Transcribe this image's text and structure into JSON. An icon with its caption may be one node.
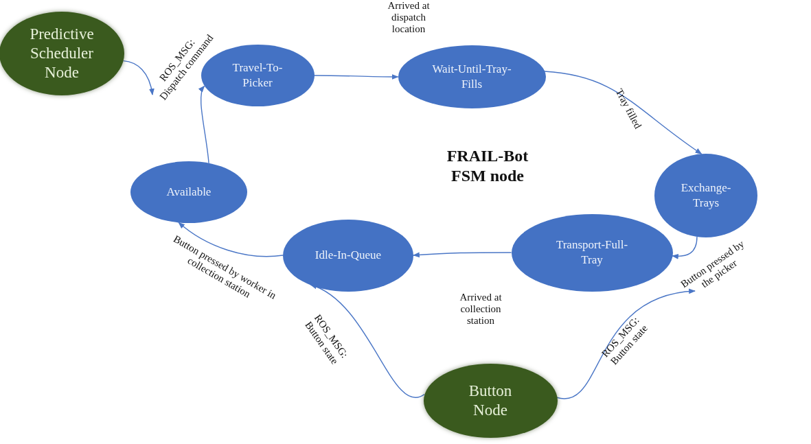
{
  "diagram": {
    "title": "FRAIL-Bot FSM node",
    "nodes": [
      {
        "text": [
          "Predictive Scheduler Node"
        ]
      },
      {
        "text": [
          "Travel-To-Picker"
        ]
      },
      {
        "text": [
          "Wait-Until-Tray-Fills"
        ]
      },
      {
        "text": [
          "Available"
        ]
      },
      {
        "text": [
          "Exchange-Trays"
        ]
      },
      {
        "text": [
          "Idle-In-Queue"
        ]
      },
      {
        "text": [
          "Transport-Full-Tray"
        ]
      },
      {
        "text": [
          "Button Node"
        ]
      }
    ],
    "edges": [
      {
        "from": 0,
        "to": null,
        "arrow": "to",
        "label": "ROS_MSG: Dispatch command"
      },
      {
        "from": 3,
        "to": 1,
        "arrow": "to"
      },
      {
        "from": 1,
        "to": 2,
        "arrow": "to",
        "label": "Arrived at dispatch location"
      },
      {
        "from": 2,
        "to": 4,
        "arrow": "to",
        "label": "Tray filled"
      },
      {
        "from": 4,
        "to": 6,
        "arrow": "to",
        "label": "Button pressed by the picker"
      },
      {
        "from": 6,
        "to": 5,
        "arrow": "to",
        "label": "Arrived at collection station"
      },
      {
        "from": 5,
        "to": 3,
        "arrow": "to",
        "label": "Button pressed by worker in collection station"
      },
      {
        "from": 7,
        "to": 5,
        "arrow": "to",
        "label": "ROS_MSG: Button state"
      },
      {
        "from": 7,
        "to": null,
        "arrow": "to",
        "label": "ROS_MSG: Button state"
      }
    ]
  }
}
